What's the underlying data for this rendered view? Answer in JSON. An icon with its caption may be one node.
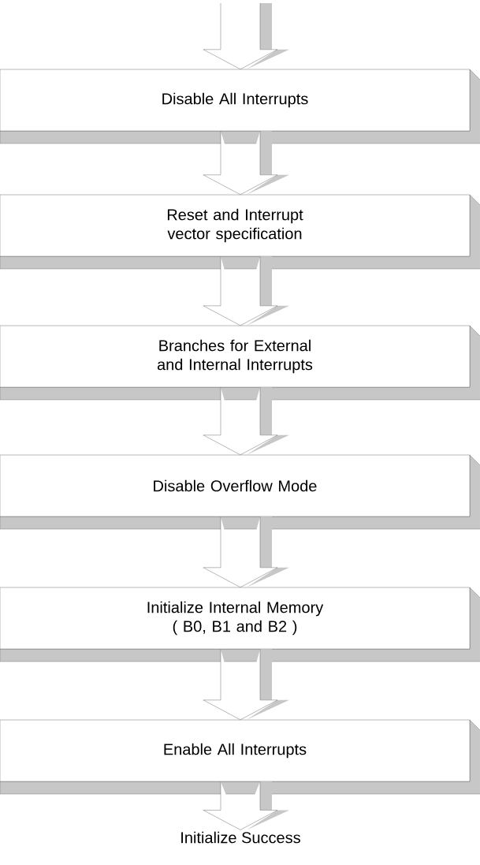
{
  "diagram": {
    "nodes": [
      {
        "text": [
          "Disable All Interrupts"
        ]
      },
      {
        "text": [
          "Reset and Interrupt vector specification"
        ]
      },
      {
        "text": [
          "Branches for External and Internal Interrupts"
        ]
      },
      {
        "text": [
          "Disable Overflow Mode"
        ]
      },
      {
        "text": [
          "Initialize Internal Memory ( B0, B1 and B2 )"
        ]
      },
      {
        "text": [
          "Enable All Interrupts"
        ]
      },
      {
        "text": [
          "Initialize Success"
        ]
      }
    ],
    "edges": [
      {
        "from": null,
        "to": 0,
        "arrow": "to"
      },
      {
        "from": 0,
        "to": 1,
        "arrow": "to"
      },
      {
        "from": 1,
        "to": 2,
        "arrow": "to"
      },
      {
        "from": 2,
        "to": 3,
        "arrow": "to"
      },
      {
        "from": 3,
        "to": 4,
        "arrow": "to"
      },
      {
        "from": 4,
        "to": 5,
        "arrow": "to"
      },
      {
        "from": 5,
        "to": 6,
        "arrow": "to"
      }
    ]
  }
}
